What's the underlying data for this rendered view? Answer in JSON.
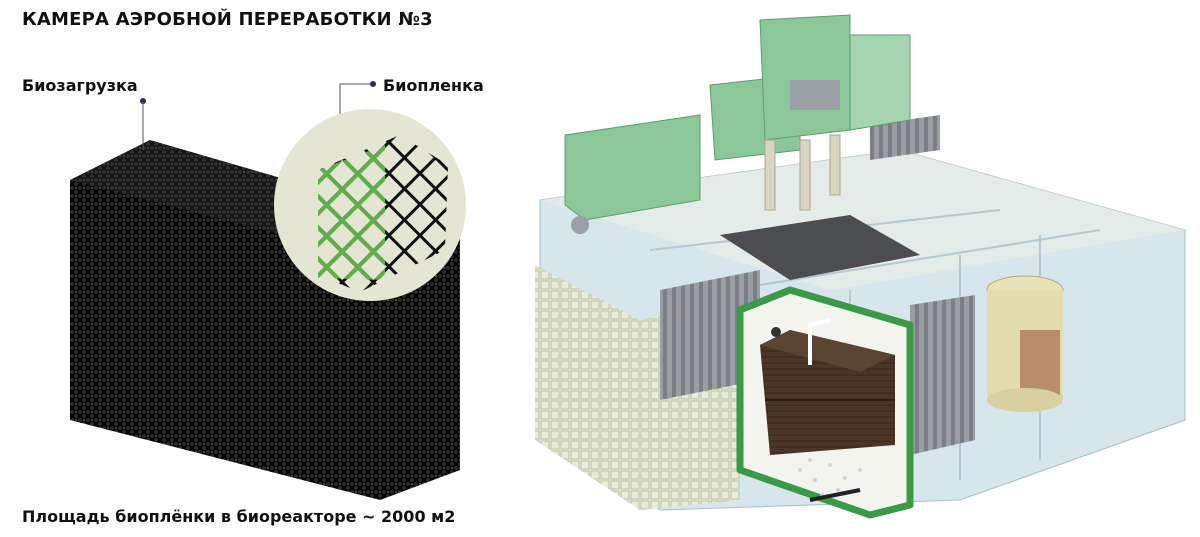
{
  "title": "КАМЕРА АЭРОБНОЙ ПЕРЕРАБОТКИ №3",
  "labels": {
    "bioload": "Биозагрузка",
    "biofilm": "Биопленка"
  },
  "footer": "Площадь биоплёнки в биореакторе ~ 2000 м2",
  "colors": {
    "lattice": "#1a1a1a",
    "biofilm_green": "#5fae4a",
    "zoom_circle_bg": "#e4e6d3",
    "tank_water": "#cfe2ea",
    "equipment_green": "#8cc79a",
    "highlight_border": "#3a9a48",
    "media_brown": "#4a3526",
    "leader_dot": "#2a2f5a"
  }
}
